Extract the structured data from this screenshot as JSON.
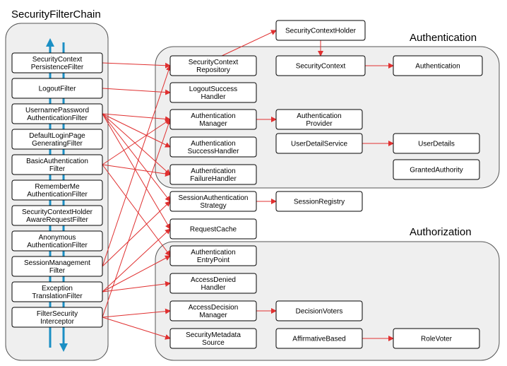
{
  "diagram": {
    "chain_title": "SecurityFilterChain",
    "authentication_title": "Authentication",
    "authorization_title": "Authorization"
  },
  "filters": [
    {
      "id": "f1",
      "lines": [
        "SecurityContext",
        "PersistenceFilter"
      ]
    },
    {
      "id": "f2",
      "lines": [
        "LogoutFilter"
      ]
    },
    {
      "id": "f3",
      "lines": [
        "UsernamePassword",
        "AuthenticationFilter"
      ]
    },
    {
      "id": "f4",
      "lines": [
        "DefaultLoginPage",
        "GeneratingFilter"
      ]
    },
    {
      "id": "f5",
      "lines": [
        "BasicAuthentication",
        "Filter"
      ]
    },
    {
      "id": "f6",
      "lines": [
        "RememberMe",
        "AuthenticationFilter"
      ]
    },
    {
      "id": "f7",
      "lines": [
        "SecurityContextHolder",
        "AwareRequestFilter"
      ]
    },
    {
      "id": "f8",
      "lines": [
        "Anonymous",
        "AuthenticationFilter"
      ]
    },
    {
      "id": "f9",
      "lines": [
        "SessionManagement",
        "Filter"
      ]
    },
    {
      "id": "f10",
      "lines": [
        "Exception",
        "TranslationFilter"
      ]
    },
    {
      "id": "f11",
      "lines": [
        "FilterSecurity",
        "Interceptor"
      ]
    }
  ],
  "components": [
    {
      "id": "sch",
      "lines": [
        "SecurityContextHolder"
      ]
    },
    {
      "id": "scr",
      "lines": [
        "SecurityContext",
        "Repository"
      ]
    },
    {
      "id": "sc",
      "lines": [
        "SecurityContext"
      ]
    },
    {
      "id": "auth",
      "lines": [
        "Authentication"
      ]
    },
    {
      "id": "lsh",
      "lines": [
        "LogoutSuccess",
        "Handler"
      ]
    },
    {
      "id": "am",
      "lines": [
        "Authentication",
        "Manager"
      ]
    },
    {
      "id": "ap",
      "lines": [
        "Authentication",
        "Provider"
      ]
    },
    {
      "id": "ash",
      "lines": [
        "Authentication",
        "SuccessHandler"
      ]
    },
    {
      "id": "uds",
      "lines": [
        "UserDetailService"
      ]
    },
    {
      "id": "ud",
      "lines": [
        "UserDetails"
      ]
    },
    {
      "id": "afh",
      "lines": [
        "Authentication",
        "FailureHandler"
      ]
    },
    {
      "id": "ga",
      "lines": [
        "GrantedAuthority"
      ]
    },
    {
      "id": "sas",
      "lines": [
        "SessionAuthentication",
        "Strategy"
      ]
    },
    {
      "id": "sr",
      "lines": [
        "SessionRegistry"
      ]
    },
    {
      "id": "rc",
      "lines": [
        "RequestCache"
      ]
    },
    {
      "id": "aep",
      "lines": [
        "Authentication",
        "EntryPoint"
      ]
    },
    {
      "id": "adh",
      "lines": [
        "AccessDenied",
        "Handler"
      ]
    },
    {
      "id": "adm",
      "lines": [
        "AccessDecision",
        "Manager"
      ]
    },
    {
      "id": "dv",
      "lines": [
        "DecisionVoters"
      ]
    },
    {
      "id": "sms",
      "lines": [
        "SecurityMetadata",
        "Source"
      ]
    },
    {
      "id": "ab",
      "lines": [
        "AffirmativeBased"
      ]
    },
    {
      "id": "rv",
      "lines": [
        "RoleVoter"
      ]
    }
  ],
  "edges": [
    [
      "f1",
      "scr"
    ],
    [
      "f2",
      "lsh"
    ],
    [
      "f3",
      "am"
    ],
    [
      "f3",
      "ash"
    ],
    [
      "f3",
      "afh"
    ],
    [
      "f3",
      "sas"
    ],
    [
      "f3",
      "rc"
    ],
    [
      "f5",
      "am"
    ],
    [
      "f5",
      "afh"
    ],
    [
      "f5",
      "aep"
    ],
    [
      "f9",
      "scr"
    ],
    [
      "f9",
      "sas"
    ],
    [
      "f10",
      "aep"
    ],
    [
      "f10",
      "adh"
    ],
    [
      "f10",
      "rc"
    ],
    [
      "f11",
      "am"
    ],
    [
      "f11",
      "adm"
    ],
    [
      "f11",
      "sms"
    ],
    [
      "sch",
      "sc"
    ],
    [
      "scr",
      "sch"
    ],
    [
      "sc",
      "auth"
    ],
    [
      "am",
      "ap"
    ],
    [
      "uds",
      "ud"
    ],
    [
      "sas",
      "sr"
    ],
    [
      "adm",
      "dv"
    ],
    [
      "ab",
      "rv"
    ]
  ],
  "colors": {
    "edge": "#e03030",
    "flow_arrow": "#1b8fc4",
    "panel_fill": "#efefef"
  }
}
